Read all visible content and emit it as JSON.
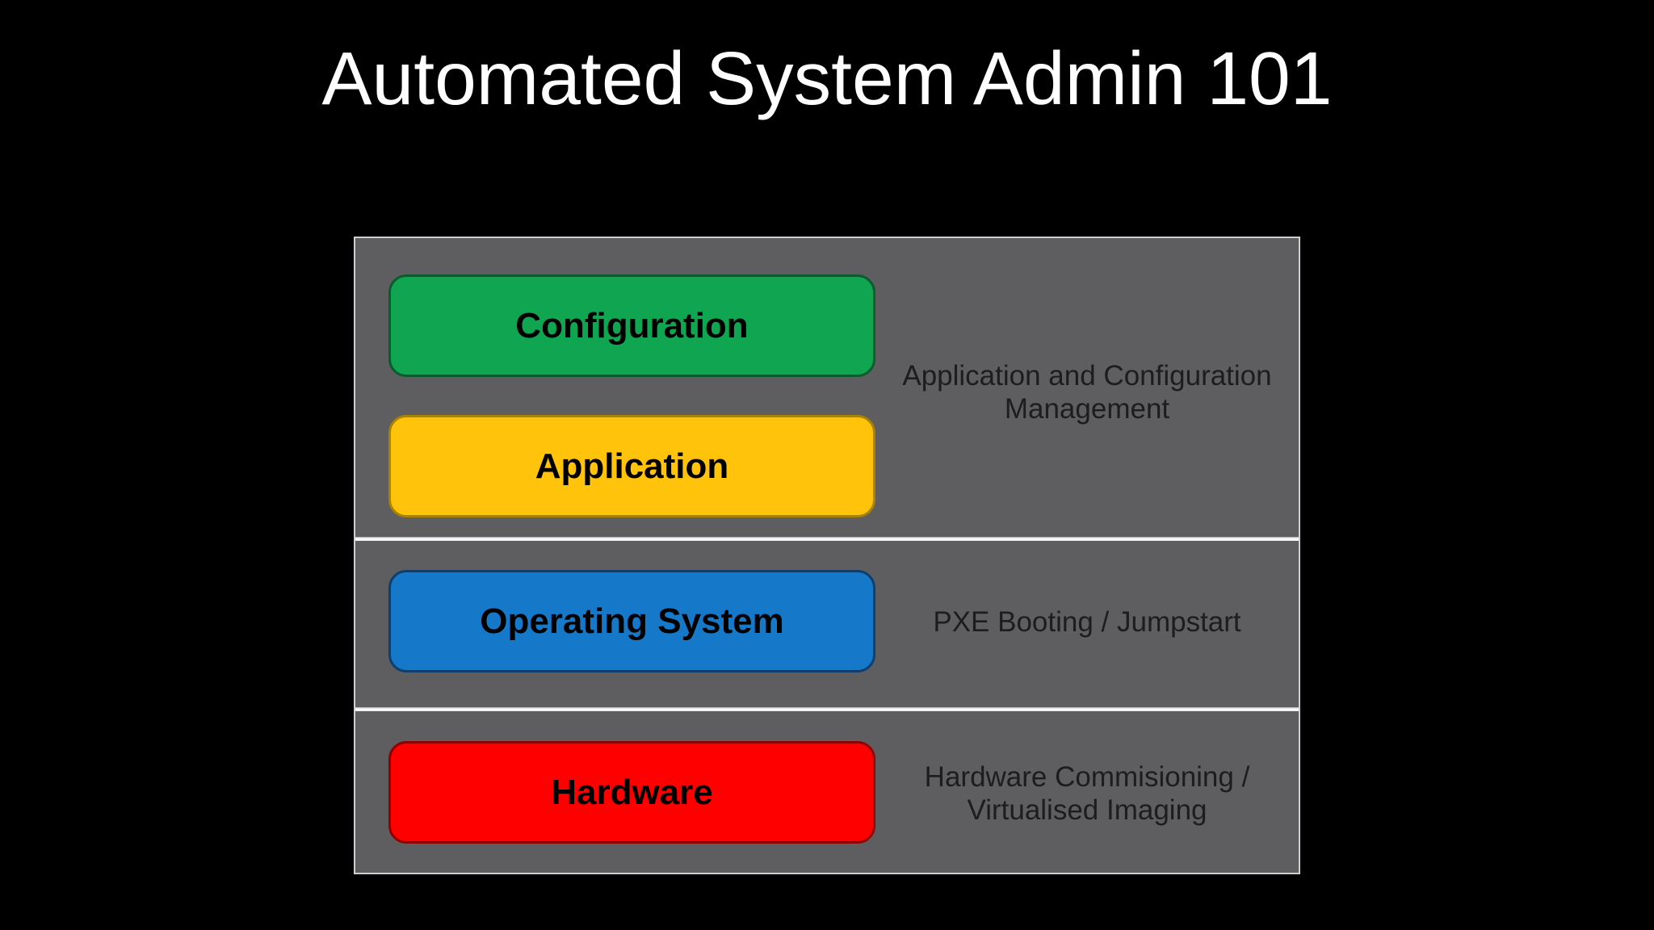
{
  "slide": {
    "title": "Automated System Admin 101"
  },
  "colors": {
    "background": "#000000",
    "title_text": "#FFFFFF",
    "panel_bg": "#5E5E61",
    "panel_border": "#CFCFCF",
    "side_label_text": "#1D1D1D",
    "button_text": "#000000",
    "green_fill": "#0FA551",
    "green_border": "#0A5C2F",
    "yellow_fill": "#FFC30B",
    "yellow_border": "#A98300",
    "blue_fill": "#1678C8",
    "blue_border": "#0D3E6E",
    "red_fill": "#FE0000",
    "red_border": "#8F0000"
  },
  "diagram": {
    "sections": [
      {
        "buttons": [
          {
            "label": "Configuration"
          },
          {
            "label": "Application"
          }
        ],
        "side_label_lines": [
          "Application and Configuration",
          "Management"
        ]
      },
      {
        "buttons": [
          {
            "label": "Operating System"
          }
        ],
        "side_label_lines": [
          "PXE Booting / Jumpstart"
        ]
      },
      {
        "buttons": [
          {
            "label": "Hardware"
          }
        ],
        "side_label_lines": [
          "Hardware Commisioning /",
          "Virtualised Imaging"
        ]
      }
    ]
  }
}
